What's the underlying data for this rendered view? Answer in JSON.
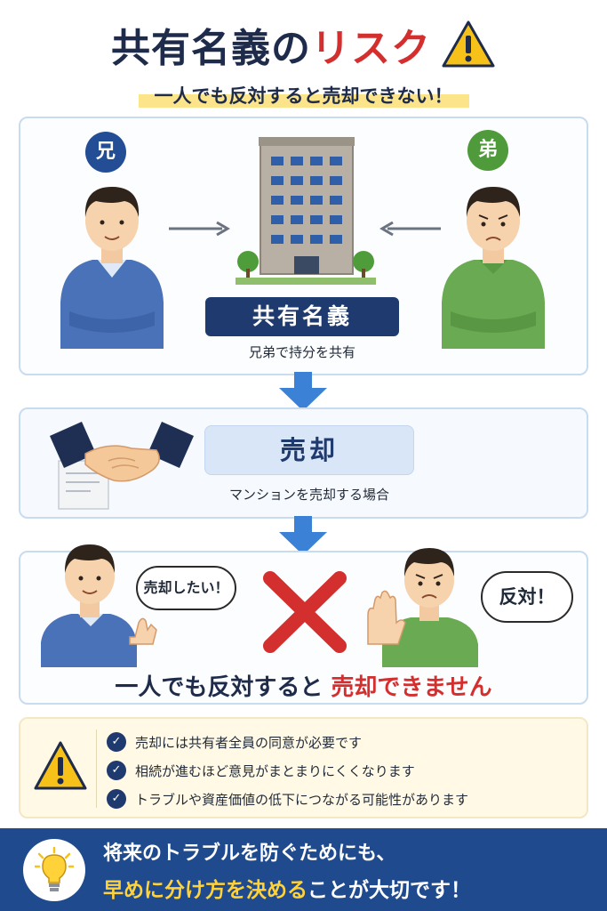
{
  "header": {
    "title_main": "共有名義の",
    "title_accent": "リスク",
    "subtitle": "一人でも反対すると売却できない！"
  },
  "section1": {
    "badge_left": "兄",
    "badge_right": "弟",
    "label": "共有名義",
    "caption": "兄弟で持分を共有"
  },
  "section2": {
    "label": "売却",
    "caption": "マンションを売却する場合"
  },
  "section3": {
    "bubble_left": "売却したい！",
    "bubble_right": "反対！",
    "result_prefix": "一人でも反対すると",
    "result_red": "売却できません"
  },
  "notes": {
    "items": [
      "売却には共有者全員の同意が必要です",
      "相続が進むほど意見がまとまりにくくなります",
      "トラブルや資産価値の低下につながる可能性があります"
    ]
  },
  "footer": {
    "line1": "将来のトラブルを防ぐためにも、",
    "line2_highlight": "早めに分け方を決める",
    "line2_rest": "ことが大切です！"
  },
  "colors": {
    "navy": "#1e2b4a",
    "accent_red": "#d42f2f",
    "brother_blue": "#234e96",
    "brother_green": "#4f9a3a",
    "arrow_blue": "#3b82d6",
    "footer_bg": "#1f4b8e",
    "highlight_yellow": "#ffd23a"
  },
  "icons": [
    "warning-icon",
    "building-icon",
    "handshake-icon",
    "cross-icon",
    "check-icon",
    "lightbulb-icon",
    "arrow-down-icon",
    "arrow-right-icon",
    "arrow-left-icon"
  ]
}
